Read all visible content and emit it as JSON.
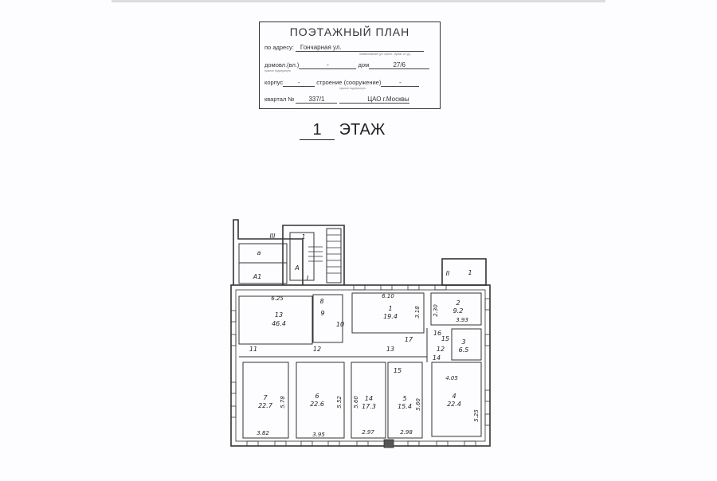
{
  "title_block": {
    "title": "ПОЭТАЖНЫЙ ПЛАН",
    "address_label": "по адресу:",
    "address_value": "Гончарная ул.",
    "address_hint": "наименование (ул. просп., бульв. и т.д.)",
    "domovl_label": "домовл.(вл.)",
    "domovl_value": "-",
    "dom_label": "дом",
    "dom_value": "27/6",
    "domovl_hint": "нужное подчеркнуть",
    "korpus_label": "корпус",
    "korpus_value": "-",
    "stroenie_label": "строение (сооружение)",
    "stroenie_value": "-",
    "stroenie_hint": "нужное подчеркнуть",
    "kvartal_label": "квартал №",
    "kvartal_value": "337/1",
    "district": "ЦАО г.Москвы"
  },
  "floor": {
    "number": "1",
    "label": "ЭТАЖ"
  },
  "plan": {
    "rooms": [
      {
        "num": "13",
        "area": "46.4"
      },
      {
        "num": "1",
        "area": "19.4"
      },
      {
        "num": "2",
        "area": "9.2"
      },
      {
        "num": "3",
        "area": "6.5"
      },
      {
        "num": "7",
        "area": "22.7"
      },
      {
        "num": "6",
        "area": "22.6"
      },
      {
        "num": "14",
        "area": "17.3"
      },
      {
        "num": "5",
        "area": "15.4"
      },
      {
        "num": "4",
        "area": "22.4"
      }
    ],
    "dimensions": [
      "6.25",
      "6.10",
      "3.18",
      "2.30",
      "3.93",
      "5.78",
      "3.82",
      "5.52",
      "3.95",
      "5.60",
      "2.97",
      "5.60",
      "2.98",
      "4.05",
      "5.25"
    ],
    "small_labels": [
      "8",
      "9",
      "10",
      "11",
      "12",
      "13",
      "17",
      "16",
      "15",
      "12",
      "14",
      "15"
    ],
    "annex_labels": [
      "III",
      "1",
      "a",
      "A1",
      "A",
      "I",
      "II",
      "1"
    ]
  }
}
